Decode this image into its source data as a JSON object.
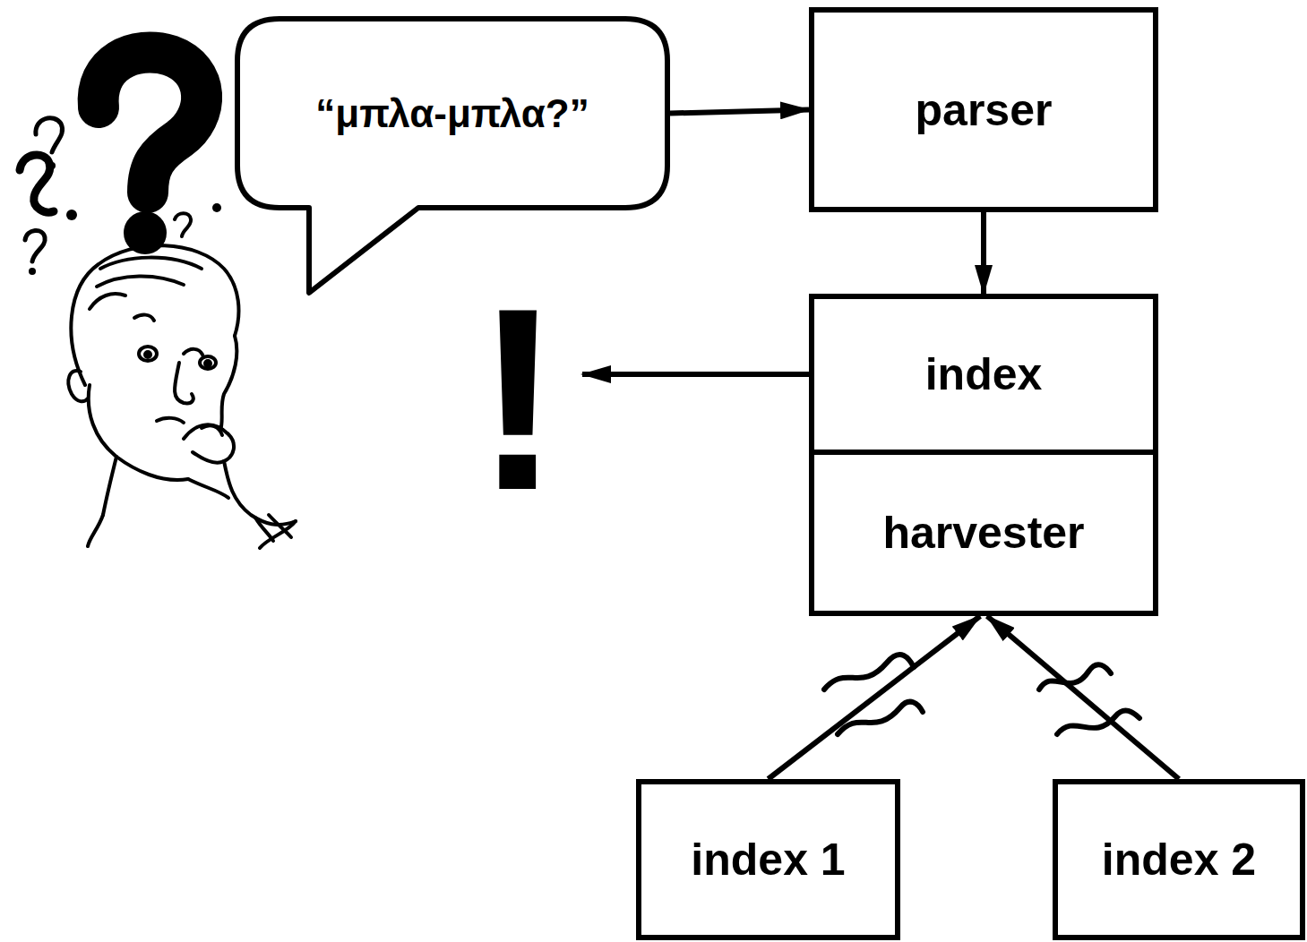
{
  "diagram": {
    "nodes": [
      {
        "text": [
          "“μπλα-μπλα?”"
        ]
      },
      {
        "text": [
          "parser"
        ]
      },
      {
        "text": [
          "index"
        ]
      },
      {
        "text": [
          "harvester"
        ]
      },
      {
        "text": [
          "index 1"
        ]
      },
      {
        "text": [
          "index 2"
        ]
      }
    ],
    "edges": [
      {
        "from": 0,
        "to": 1,
        "arrow": "to"
      },
      {
        "from": 1,
        "to": 2,
        "arrow": "to"
      },
      {
        "from": 4,
        "to": 3,
        "arrow": "to"
      },
      {
        "from": 5,
        "to": 3,
        "arrow": "to"
      }
    ],
    "labels": [
      "!"
    ]
  }
}
